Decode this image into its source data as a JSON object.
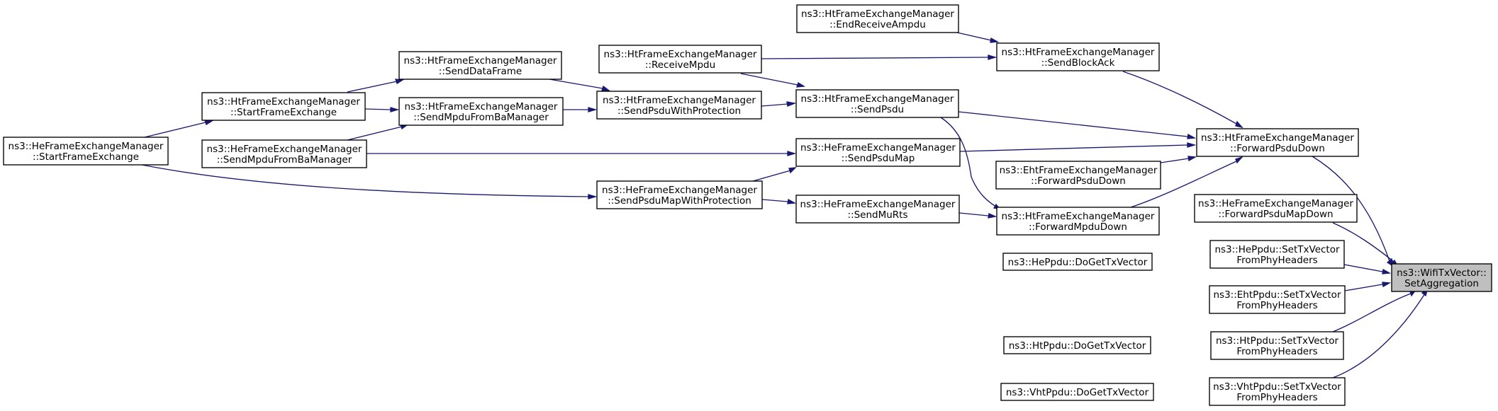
{
  "graph": {
    "nodes": [
      {
        "id": "n_target",
        "lines": [
          "ns3::WifiTxVector::",
          "SetAggregation"
        ],
        "highlight": true
      },
      {
        "id": "n_ht_fwd_psdu",
        "lines": [
          "ns3::HtFrameExchangeManager",
          "::ForwardPsduDown"
        ]
      },
      {
        "id": "n_he_fwd_psdumap",
        "lines": [
          "ns3::HeFrameExchangeManager",
          "::ForwardPsduMapDown"
        ]
      },
      {
        "id": "n_heppdu_settx",
        "lines": [
          "ns3::HePpdu::SetTxVector",
          "FromPhyHeaders"
        ]
      },
      {
        "id": "n_ehtppdu_settx",
        "lines": [
          "ns3::EhtPpdu::SetTxVector",
          "FromPhyHeaders"
        ]
      },
      {
        "id": "n_htppdu_settx",
        "lines": [
          "ns3::HtPpdu::SetTxVector",
          "FromPhyHeaders"
        ]
      },
      {
        "id": "n_vhtppdu_settx",
        "lines": [
          "ns3::VhtPpdu::SetTxVector",
          "FromPhyHeaders"
        ]
      },
      {
        "id": "n_ht_sendblockack",
        "lines": [
          "ns3::HtFrameExchangeManager",
          "::SendBlockAck"
        ]
      },
      {
        "id": "n_ht_sendpsdu",
        "lines": [
          "ns3::HtFrameExchangeManager",
          "::SendPsdu"
        ]
      },
      {
        "id": "n_he_sendpsdumap",
        "lines": [
          "ns3::HeFrameExchangeManager",
          "::SendPsduMap"
        ]
      },
      {
        "id": "n_eht_fwd_psdu",
        "lines": [
          "ns3::EhtFrameExchangeManager",
          "::ForwardPsduDown"
        ]
      },
      {
        "id": "n_ht_fwd_mpdu",
        "lines": [
          "ns3::HtFrameExchangeManager",
          "::ForwardMpduDown"
        ]
      },
      {
        "id": "n_heppdu_dogettx",
        "lines": [
          "ns3::HePpdu::DoGetTxVector"
        ]
      },
      {
        "id": "n_htppdu_dogettx",
        "lines": [
          "ns3::HtPpdu::DoGetTxVector"
        ]
      },
      {
        "id": "n_vhtppdu_dogettx",
        "lines": [
          "ns3::VhtPpdu::DoGetTxVector"
        ]
      },
      {
        "id": "n_ht_endreceiveampdu",
        "lines": [
          "ns3::HtFrameExchangeManager",
          "::EndReceiveAmpdu"
        ]
      },
      {
        "id": "n_ht_receivempdu",
        "lines": [
          "ns3::HtFrameExchangeManager",
          "::ReceiveMpdu"
        ]
      },
      {
        "id": "n_ht_sendpsduwithprot",
        "lines": [
          "ns3::HtFrameExchangeManager",
          "::SendPsduWithProtection"
        ]
      },
      {
        "id": "n_he_sendpsdumapwithprot",
        "lines": [
          "ns3::HeFrameExchangeManager",
          "::SendPsduMapWithProtection"
        ]
      },
      {
        "id": "n_he_sendmurts",
        "lines": [
          "ns3::HeFrameExchangeManager",
          "::SendMuRts"
        ]
      },
      {
        "id": "n_ht_senddataframe",
        "lines": [
          "ns3::HtFrameExchangeManager",
          "::SendDataFrame"
        ]
      },
      {
        "id": "n_ht_sendmpdufromba",
        "lines": [
          "ns3::HtFrameExchangeManager",
          "::SendMpduFromBaManager"
        ]
      },
      {
        "id": "n_ht_startframeexchange",
        "lines": [
          "ns3::HtFrameExchangeManager",
          "::StartFrameExchange"
        ]
      },
      {
        "id": "n_he_sendmpdufromba",
        "lines": [
          "ns3::HeFrameExchangeManager",
          "::SendMpduFromBaManager"
        ]
      },
      {
        "id": "n_he_startframeexchange",
        "lines": [
          "ns3::HeFrameExchangeManager",
          "::StartFrameExchange"
        ]
      }
    ]
  }
}
